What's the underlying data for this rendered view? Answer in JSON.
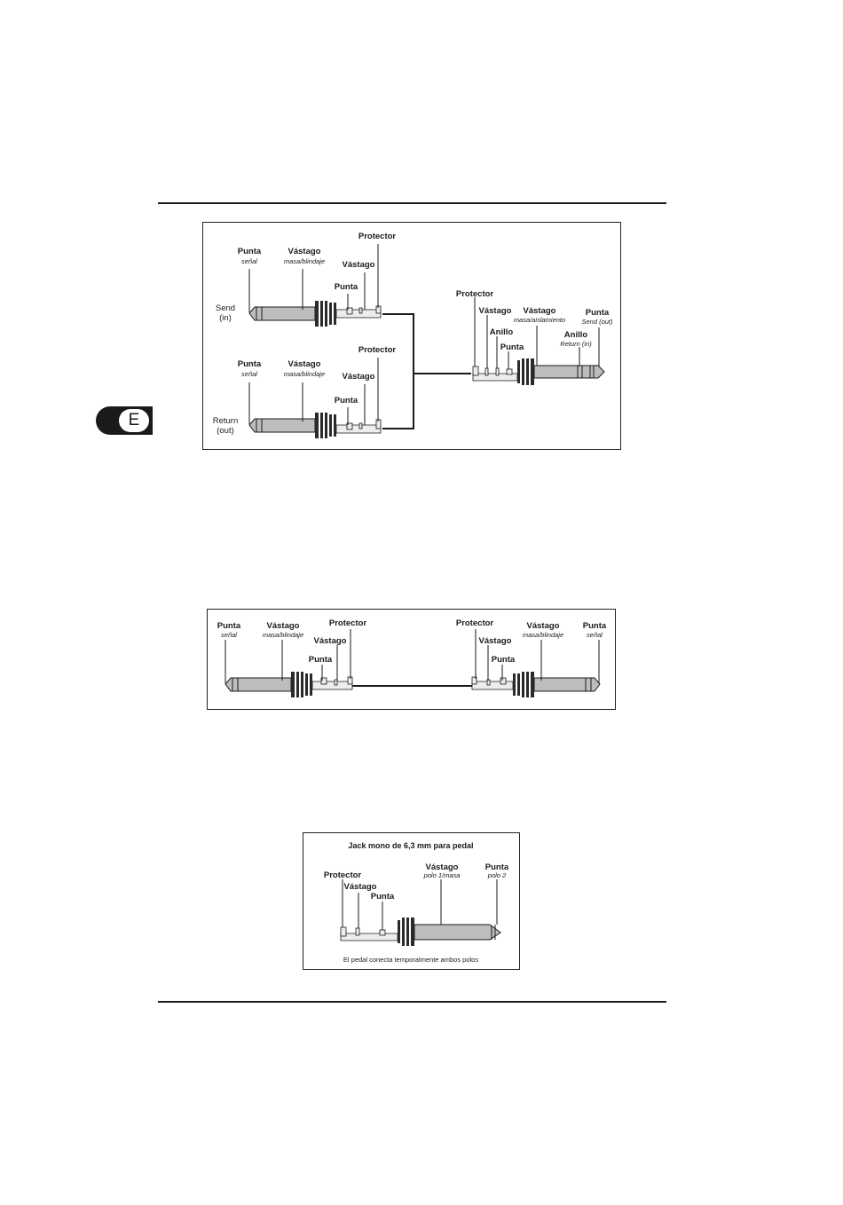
{
  "page": {
    "tab_letter": "E"
  },
  "fig1": {
    "plug_send": {
      "side_label": [
        "Send",
        "(in)"
      ],
      "punta": "Punta",
      "punta_sub": "señal",
      "vastago": "Vástago",
      "vastago_sub": "masa/blindaje",
      "punta_lug": "Punta",
      "vastago_lug": "Vástago",
      "protector": "Protector"
    },
    "plug_return": {
      "side_label": [
        "Return",
        "(out)"
      ],
      "punta": "Punta",
      "punta_sub": "señal",
      "vastago": "Vástago",
      "vastago_sub": "masa/blindaje",
      "punta_lug": "Punta",
      "vastago_lug": "Vástago",
      "protector": "Protector"
    },
    "plug_stereo": {
      "protector": "Protector",
      "vastago_lug": "Vástago",
      "anillo_lug": "Anillo",
      "punta_lug": "Punta",
      "vastago": "Vástago",
      "vastago_sub": "masa/aislamiento",
      "anillo": "Anillo",
      "anillo_sub": "Return (in)",
      "punta": "Punta",
      "punta_sub": "Send (out)"
    }
  },
  "fig2": {
    "plug_left": {
      "punta": "Punta",
      "punta_sub": "señal",
      "vastago": "Vástago",
      "vastago_sub": "masa/blindaje",
      "protector": "Protector",
      "vastago_lug": "Vástago",
      "punta_lug": "Punta"
    },
    "plug_right": {
      "protector": "Protector",
      "vastago_lug": "Vástago",
      "punta_lug": "Punta",
      "vastago": "Vástago",
      "vastago_sub": "masa/blindaje",
      "punta": "Punta",
      "punta_sub": "señal"
    }
  },
  "fig3": {
    "title": "Jack mono de 6,3 mm para pedal",
    "protector": "Protector",
    "vastago_lug": "Vástago",
    "punta_lug": "Punta",
    "vastago": "Vástago",
    "vastago_sub": "polo 1/masa",
    "punta": "Punta",
    "punta_sub": "polo 2",
    "note": "El pedal conecta temporalmente ambos polos"
  }
}
